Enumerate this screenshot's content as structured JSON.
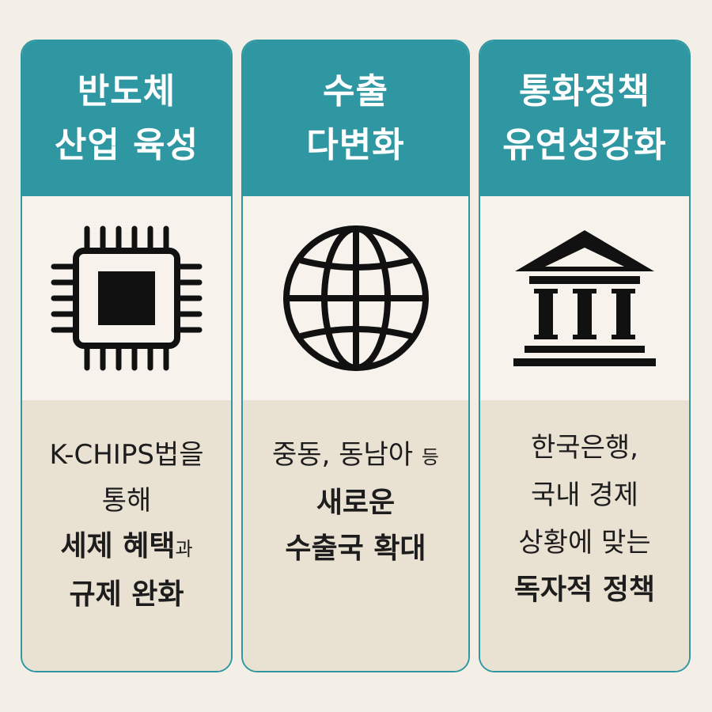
{
  "cards": [
    {
      "title_lines": [
        "반도체",
        "산업 육성"
      ],
      "icon": "microchip-icon",
      "desc": {
        "l1": "K-CHIPS법을",
        "l2": "통해",
        "l3_bold": "세제 혜택",
        "l3_small": "과",
        "l4_bold": "규제 완화"
      }
    },
    {
      "title_lines": [
        "수출",
        "다변화"
      ],
      "icon": "globe-icon",
      "desc": {
        "l1": "중동, 동남아",
        "l1_small": "등",
        "l2_bold": "새로운",
        "l3_bold": "수출국 확대"
      }
    },
    {
      "title_lines": [
        "통화정책",
        "유연성강화"
      ],
      "icon": "bank-building-icon",
      "desc": {
        "l1": "한국은행,",
        "l2": "국내 경제",
        "l3": "상황에 맞는",
        "l4_bold": "독자적 정책"
      }
    }
  ],
  "colors": {
    "header": "#2f97a1",
    "background": "#f3efe6",
    "body": "#e9e1d2",
    "icon": "#111111"
  }
}
